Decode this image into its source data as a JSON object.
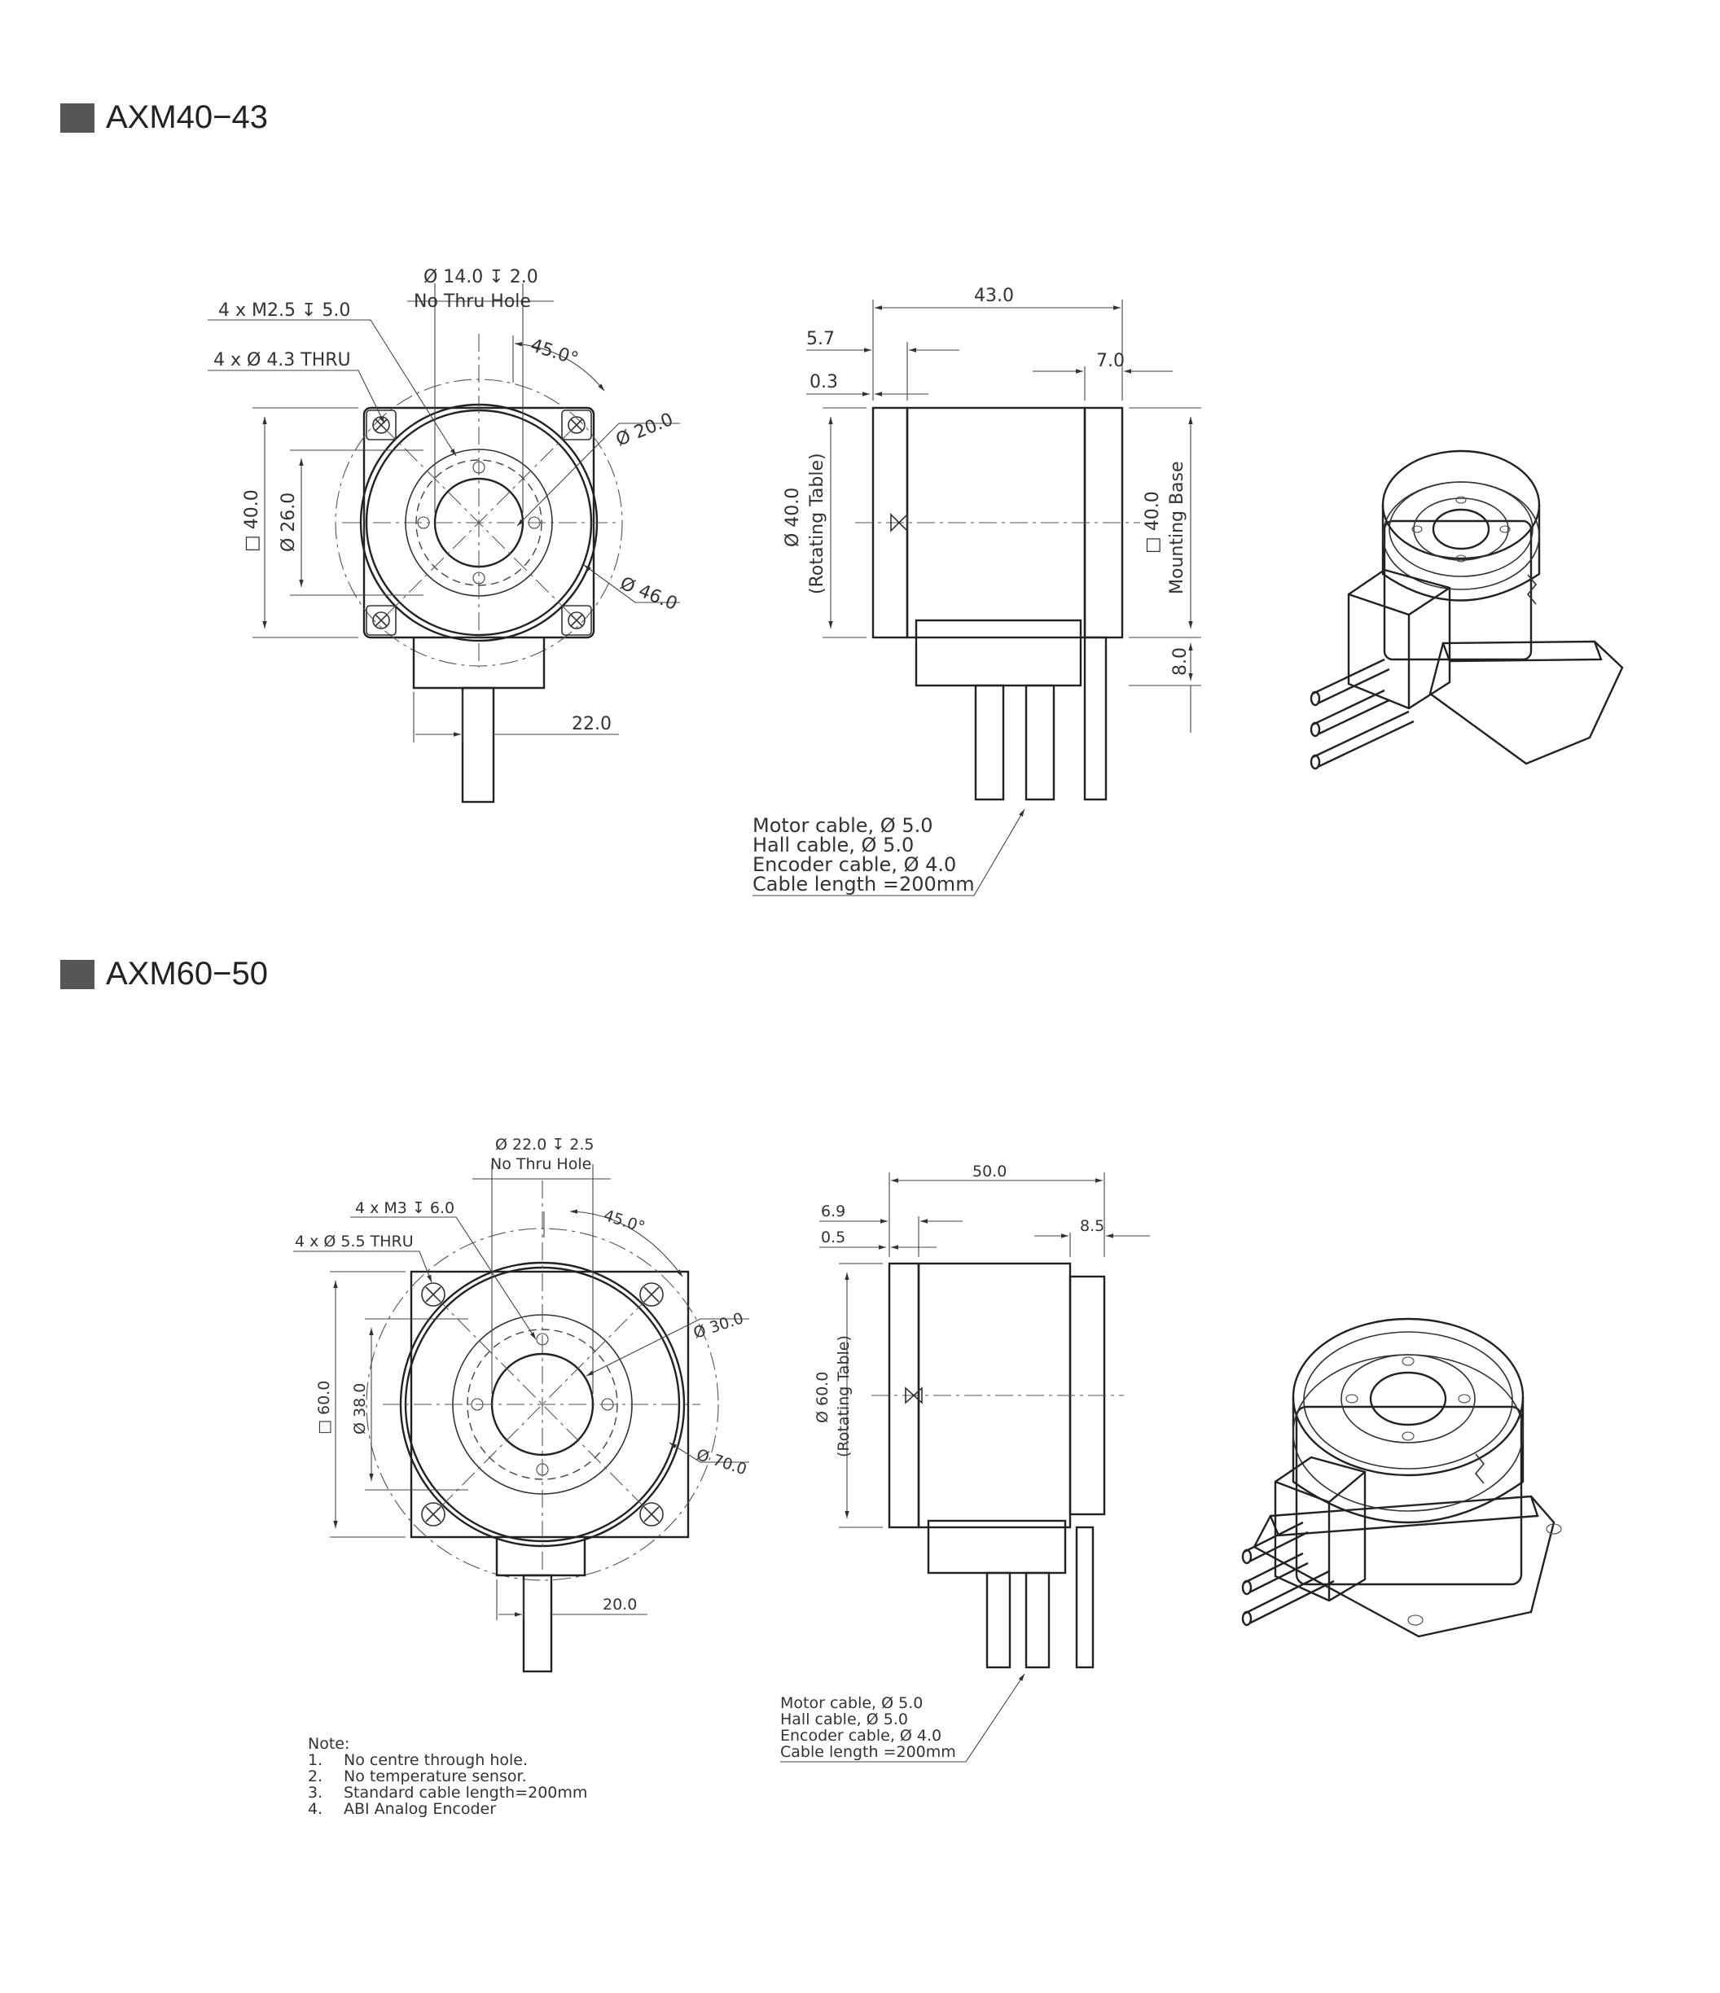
{
  "sections": [
    {
      "title": "AXM40−43"
    },
    {
      "title": "AXM60−50"
    }
  ],
  "axm40": {
    "front": {
      "center_bore": "Ø 14.0 ↧ 2.0",
      "no_thru": "No Thru Hole",
      "thread": "4 x M2.5 ↧ 5.0",
      "thru_holes": "4 x  Ø  4.3 THRU",
      "angle": "45.0°",
      "d20": "Ø 20.0",
      "d46": "Ø 46.0",
      "sq40": "□ 40.0",
      "d26": "Ø 26.0",
      "cable_offset": "22.0"
    },
    "side": {
      "length": "43.0",
      "d57": "5.7",
      "d03": "0.3",
      "d70": "7.0",
      "rot_dia": "Ø 40.0",
      "rot_label": "(Rotating Table)",
      "base_sq": "□ 40.0",
      "base_label": "Mounting Base",
      "h8": "8.0"
    },
    "cables": [
      "Motor cable,  Ø 5.0",
      "Hall cable,  Ø 5.0",
      "Encoder cable,  Ø 4.0",
      "Cable length =200mm"
    ]
  },
  "axm60": {
    "front": {
      "center_bore": "Ø 22.0 ↧ 2.5",
      "no_thru": "No Thru Hole",
      "thread": "4 x M3 ↧ 6.0",
      "thru_holes": "4 x Ø 5.5 THRU",
      "angle": "45.0°",
      "d30": "Ø 30.0",
      "d70": "Ø 70.0",
      "sq60": "□ 60.0",
      "d38": "Ø 38.0",
      "cable_offset": "20.0"
    },
    "side": {
      "length": "50.0",
      "d69": "6.9",
      "d05": "0.5",
      "d85": "8.5",
      "rot_dia": "Ø 60.0",
      "rot_label": "(Rotating Table)"
    },
    "cables": [
      "Motor cable,  Ø 5.0",
      "Hall cable,  Ø 5.0",
      "Encoder cable,  Ø 4.0",
      "Cable length =200mm"
    ]
  },
  "note": {
    "title": "Note:",
    "items": [
      {
        "num": "1.",
        "text": "No centre through hole."
      },
      {
        "num": "2.",
        "text": "No temperature sensor."
      },
      {
        "num": "3.",
        "text": "Standard cable length=200mm"
      },
      {
        "num": "4.",
        "text": "ABI Analog Encoder"
      }
    ]
  }
}
